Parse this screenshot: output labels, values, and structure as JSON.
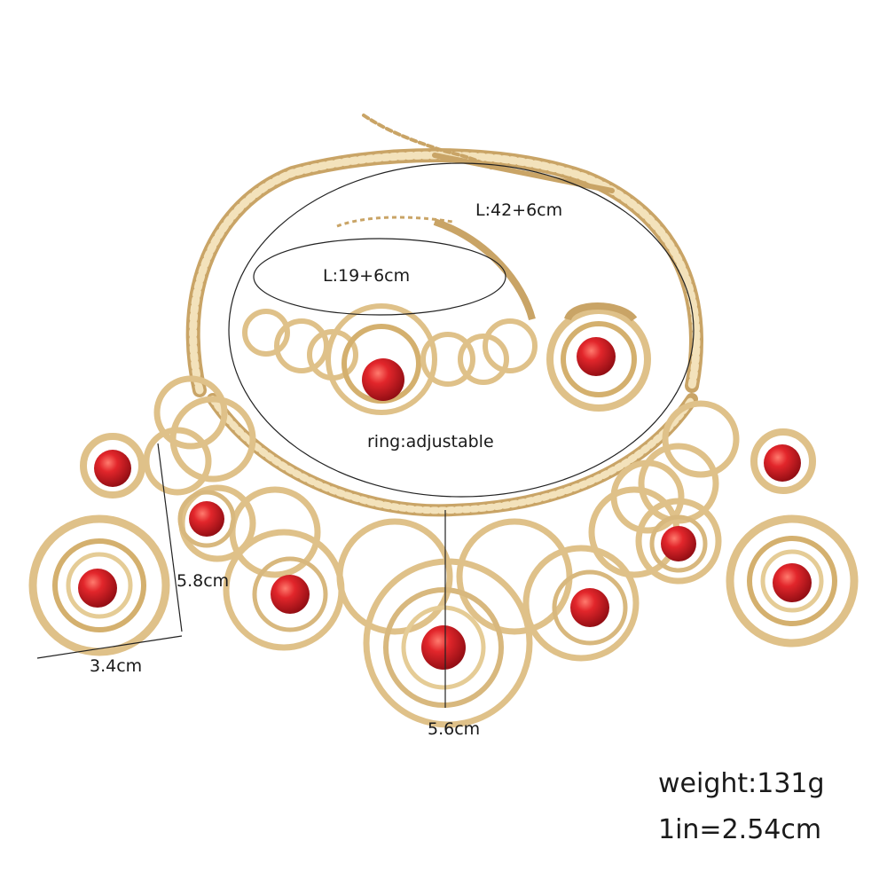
{
  "labels": {
    "necklace_length": "L:42+6cm",
    "bracelet_length": "L:19+6cm",
    "ring_note": "ring:adjustable",
    "earring_height": "5.8cm",
    "earring_width": "3.4cm",
    "pendant_height": "5.6cm",
    "weight": "weight:131g",
    "conversion": "1in=2.54cm"
  },
  "colors": {
    "gold": "#e2c590",
    "gold_dark": "#c9a466",
    "gold_light": "#f3e2bb",
    "stone_red": "#d81e22",
    "stone_dark": "#9c0f14",
    "line": "#222222"
  }
}
